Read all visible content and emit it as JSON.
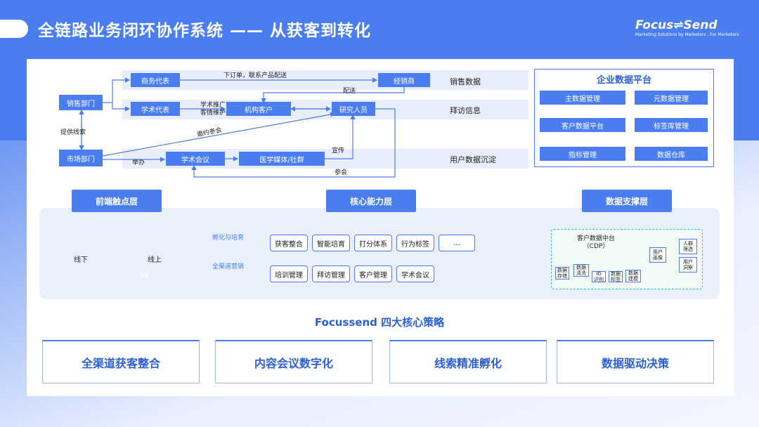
{
  "header": {
    "title": "全链路业务闭环协作系统 —— 从获客到转化",
    "logo": "Focus⇌Send",
    "logo_sub": "Marketing Solutions by Marketers , For Marketers"
  },
  "flow": {
    "nodes": {
      "sales_dept": "销售部门",
      "market_dept": "市场部门",
      "sales_rep": "商务代表",
      "academic_rep": "学术代表",
      "distributor": "经销商",
      "institution": "机构客户",
      "researcher": "研究人员",
      "academic_meeting": "学术会议",
      "media": "医学媒体/社群"
    },
    "edges": {
      "order": "下订单，联系产品配送",
      "deliver": "配送",
      "promote": "学术推广",
      "maintain": "客情维护",
      "invite": "邀约参会",
      "clues": "提供线索",
      "host": "举办",
      "publicize": "宣传",
      "attend": "参会"
    },
    "rows": [
      "销售数据",
      "拜访信息",
      "用户数据沉淀"
    ]
  },
  "platform": {
    "title": "企业数据平台",
    "items": [
      "主数据管理",
      "元数据管理",
      "客户数据平台",
      "标签库管理",
      "指标管理",
      "数据仓库"
    ]
  },
  "layers": {
    "front": "前端触点层",
    "core": "核心能力层",
    "data": "数据支撑层"
  },
  "channels": {
    "offline": "线下",
    "online": "线上",
    "online_badge": "W"
  },
  "capabilities": {
    "tag1": "孵化与培育",
    "tag2": "全渠道营销",
    "row1": [
      "获客整合",
      "智能培育",
      "打分体系",
      "行为标签",
      "..."
    ],
    "row2": [
      "培训管理",
      "拜访管理",
      "客户管理",
      "学术会议"
    ]
  },
  "cdp": {
    "title": "客户数据中台",
    "sub": "（CDP）",
    "sources": [
      "数据\n存储",
      "数据\n清洗",
      "ID\n识别",
      "数据\n标签",
      "数据\n建模"
    ],
    "portrait": "用户\n画像",
    "outputs": [
      "人群\n筛选",
      "用户\n洞察"
    ]
  },
  "strategy": {
    "title": "Focussend 四大核心策略",
    "items": [
      "全渠道获客整合",
      "内容会议数字化",
      "线索精准孵化",
      "数据驱动决策"
    ]
  },
  "colors": {
    "primary": "#4a7ef0",
    "accent": "#2ec4b6",
    "text": "#222222"
  }
}
